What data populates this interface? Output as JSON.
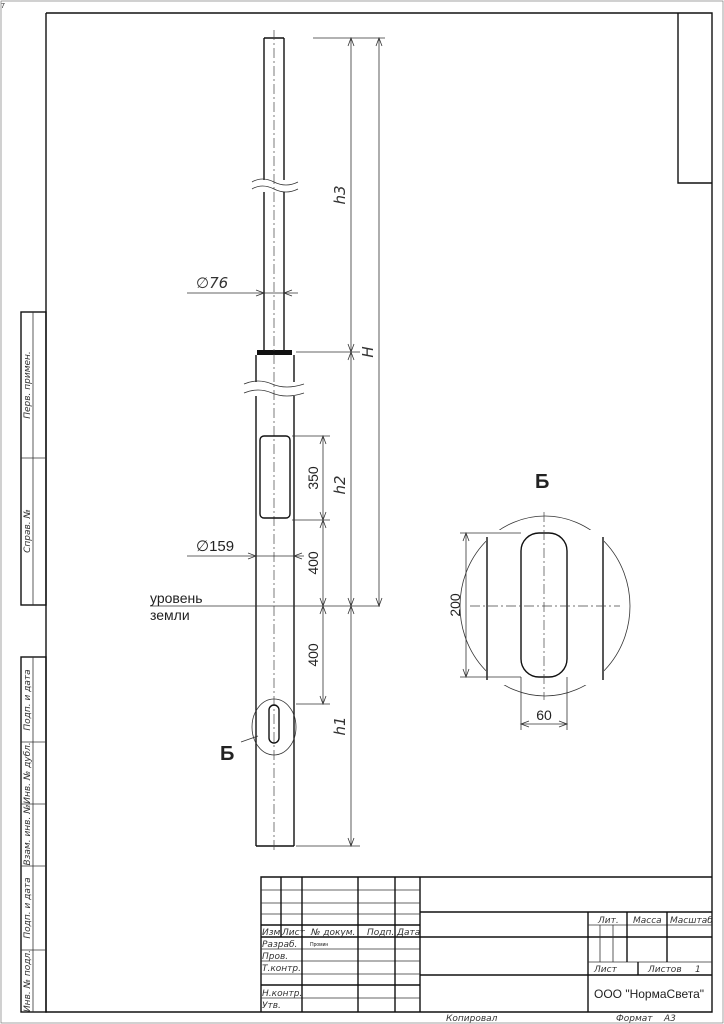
{
  "sheet": {
    "corner_mark": "7"
  },
  "left_margin": {
    "labels": [
      "Перв. примен.",
      "Справ. №",
      "Подп. и дата",
      "Инв. № дубл.",
      "Взам. инв. №",
      "Подп. и дата",
      "Инв. № подл."
    ]
  },
  "pole": {
    "dim_d_top": "∅76",
    "dim_d_bottom": "∅159",
    "dim_h3": "h3",
    "dim_H": "H",
    "dim_h2": "h2",
    "dim_h1": "h1",
    "dim_350": "350",
    "dim_400_upper": "400",
    "dim_400_lower": "400",
    "ground_label_1": "уровень",
    "ground_label_2": "земли",
    "view_marker": "Б"
  },
  "detail": {
    "title": "Б",
    "dim_height": "200",
    "dim_width": "60"
  },
  "title_block": {
    "headers": [
      "Изм.",
      "Лист",
      "№ докум.",
      "Подп.",
      "Дата"
    ],
    "rows": [
      "Разраб.",
      "Пров.",
      "Т.контр.",
      "Н.контр.",
      "Утв."
    ],
    "developer_name": "Промин",
    "lit_label": "Лит.",
    "mass_label": "Масса",
    "scale_label": "Масштаб",
    "sheet_label": "Лист",
    "sheets_label": "Листов",
    "sheets_count": "1",
    "company": "ООО \"НормаСвета\""
  },
  "footer": {
    "copied": "Копировал",
    "format_label": "Формат",
    "format_value": "А3"
  }
}
